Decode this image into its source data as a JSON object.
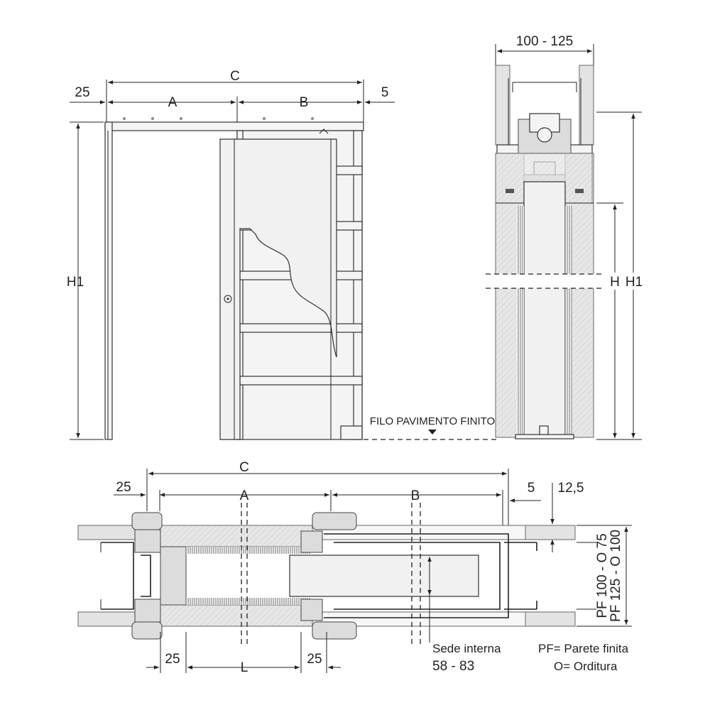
{
  "elevation": {
    "label_c": "C",
    "label_a": "A",
    "label_b": "B",
    "label_25": "25",
    "label_5": "5",
    "label_h1": "H1",
    "floor_label": "FILO PAVIMENTO FINITO"
  },
  "section": {
    "label_width": "100 - 125",
    "label_h": "H",
    "label_h1": "H1"
  },
  "plan": {
    "label_c": "C",
    "label_a": "A",
    "label_b": "B",
    "label_25_top": "25",
    "label_5": "5",
    "label_12_5": "12,5",
    "label_25_left": "25",
    "label_l": "L",
    "label_25_right": "25",
    "label_pf_line1": "PF 100 - O 75",
    "label_pf_line2": "PF 125 - O 100",
    "sede_line1": "Sede interna",
    "sede_line2": "58 - 83",
    "legend_pf": "PF= Parete finita",
    "legend_o": "O= Orditura"
  }
}
